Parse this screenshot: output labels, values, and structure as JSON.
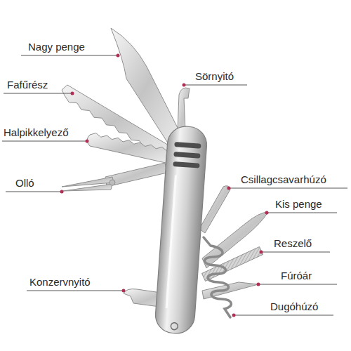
{
  "diagram": {
    "labels": [
      "Nagy penge",
      "Fafűrész",
      "Halpikkelyező",
      "Olló",
      "Konzervnyitó",
      "Sörnyitó",
      "Csillagcsavarhúzó",
      "Kis penge",
      "Reszelő",
      "Fúróár",
      "Dugóhúzó"
    ]
  }
}
